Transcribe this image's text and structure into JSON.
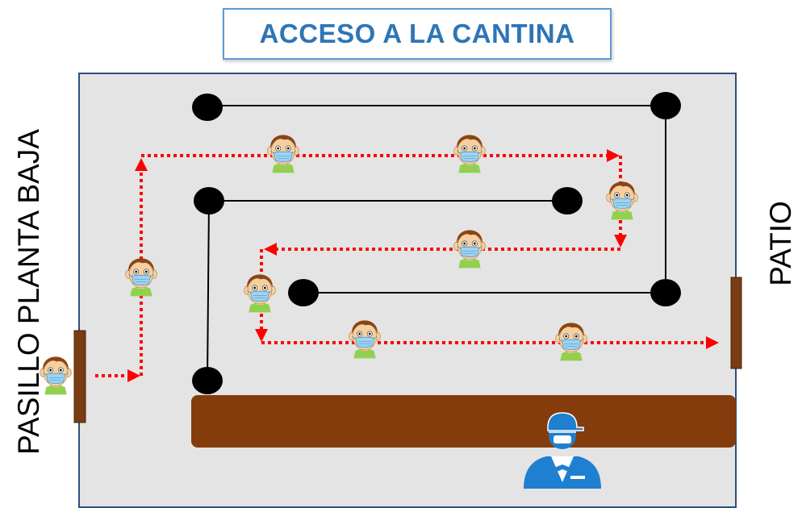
{
  "title": "ACCESO A LA CANTINA",
  "labels": {
    "left": "PASILLO PLANTA BAJA",
    "right": "PATIO"
  },
  "colors": {
    "route": "#ff0000",
    "door": "#7a3c12",
    "counter": "#843c0c",
    "room_fill": "#e4e4e4",
    "room_border": "#2f4f7f",
    "title_text": "#2e75b6",
    "title_border": "#5b9bd5",
    "staff": "#1f7fd0"
  },
  "icons": {
    "person": "masked-student-icon",
    "staff": "waiter-icon",
    "post": "stanchion-post-icon"
  }
}
